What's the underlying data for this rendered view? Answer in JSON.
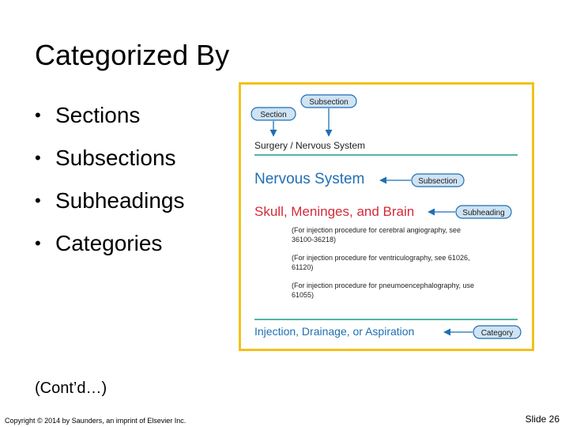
{
  "slide": {
    "title": "Categorized By",
    "bullets": [
      {
        "bullet": "•",
        "text": "Sections"
      },
      {
        "bullet": "•",
        "text": "Subsections"
      },
      {
        "bullet": "•",
        "text": "Subheadings"
      },
      {
        "bullet": "•",
        "text": "Categories"
      }
    ],
    "continued": "(Cont’d…)",
    "copyright": "Copyright © 2014 by Saunders, an imprint of Elsevier Inc.",
    "slide_number": "Slide 26"
  },
  "figure": {
    "border_color": "#f2c11a",
    "accent_blue": "#1f6fb3",
    "accent_red": "#d42a3a",
    "pill_fill": "#cfe3f3",
    "tags": {
      "section": "Section",
      "subsection_top": "Subsection",
      "subsection": "Subsection",
      "subheading": "Subheading",
      "category": "Category"
    },
    "entries": {
      "section_line": "Surgery / Nervous System",
      "subsection_title": "Nervous System",
      "subheading_title": "Skull, Meninges, and Brain",
      "note_1_line1": "(For injection procedure for cerebral angiography, see",
      "note_1_line2": "36100-36218)",
      "note_2_line1": "(For injection procedure for ventriculography, see 61026,",
      "note_2_line2": "61120)",
      "note_3_line1": "(For injection procedure for pneumoencephalography, use",
      "note_3_line2": "61055)",
      "category_title": "Injection, Drainage, or Aspiration"
    }
  }
}
